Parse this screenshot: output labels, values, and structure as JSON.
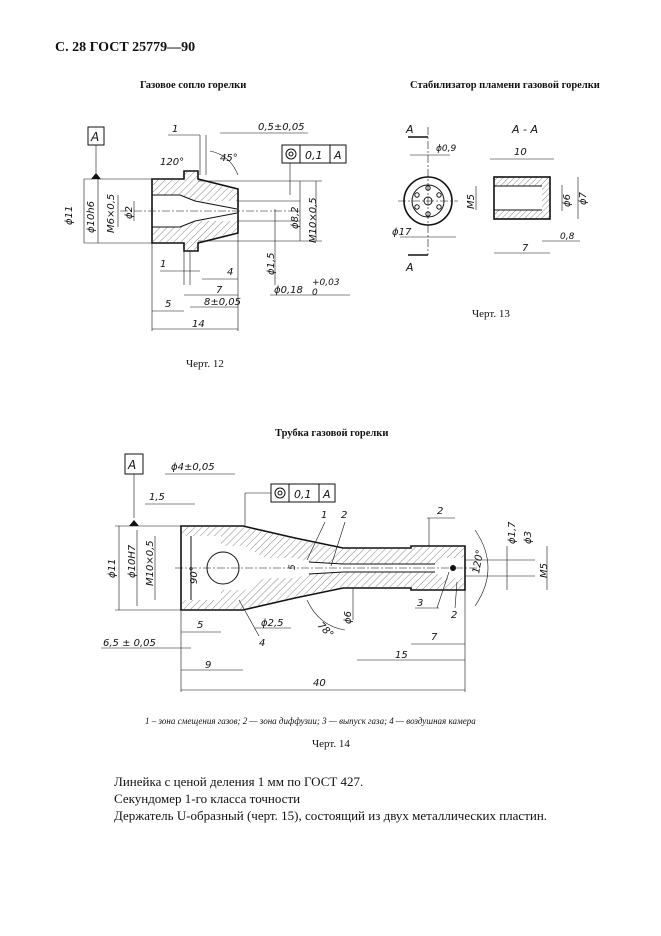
{
  "header": "С. 28 ГОСТ 25779—90",
  "fig12": {
    "title": "Газовое сопло горелки",
    "caption": "Черт. 12",
    "labels": {
      "datum": "A",
      "d1": "1",
      "d05": "0,5±0,05",
      "a120": "120°",
      "a45": "45°",
      "tol_val": "0,1",
      "tol_ref": "A",
      "phi11": "ϕ11",
      "phi10h6": "ϕ10h6",
      "m6": "M6×0,5",
      "phi2": "ϕ2",
      "phi82": "ϕ8,2",
      "m10": "M10×0,5",
      "phi15": "ϕ1,5",
      "phi018": "ϕ0,18",
      "tol_up": "+0,03",
      "tol_lo": "0",
      "d1b": "1",
      "d4": "4",
      "d7": "7",
      "d8": "8±0,05",
      "d5": "5",
      "d14": "14"
    }
  },
  "fig13": {
    "title": "Стабилизатор пламени газовой горелки",
    "caption": "Черт. 13",
    "labels": {
      "a_top": "A",
      "a_bot": "A",
      "section": "A - A",
      "phi09": "ϕ0,9",
      "m5": "M5",
      "phi17": "ϕ17",
      "d10": "10",
      "phi6": "ϕ6",
      "phi7": "ϕ7",
      "d08": "0,8",
      "d7": "7"
    }
  },
  "fig14": {
    "title": "Трубка газовой горелки",
    "caption": "Черт. 14",
    "legend": "1 – зона смещения газов; 2 — зона диффузии; 3 — выпуск газа; 4 — воздушная камера",
    "labels": {
      "datum": "A",
      "phi4": "ϕ4±0,05",
      "d15": "1,5",
      "tol_val": "0,1",
      "tol_ref": "A",
      "n1": "1",
      "n2a": "2",
      "n2b": "2",
      "n3": "3",
      "n2c": "2",
      "n4": "4",
      "phi17": "ϕ1,7",
      "phi3": "ϕ3",
      "a120": "120°",
      "m5": "M5",
      "phi11": "ϕ11",
      "phi10h7": "ϕ10H7",
      "m10": "M10×0,5",
      "a90": "90°",
      "d5s": "5",
      "a78": "78°",
      "phi6": "ϕ6",
      "phi25": "ϕ2,5",
      "d5": "5",
      "d65": "6,5 ± 0,05",
      "d9": "9",
      "d7": "7",
      "d15b": "15",
      "d40": "40"
    }
  },
  "body_lines": [
    "Линейка с ценой деления 1 мм по ГОСТ 427.",
    "Секундомер 1-го класса точности",
    "Держатель U-образный (черт. 15), состоящий из двух металлических пластин."
  ]
}
